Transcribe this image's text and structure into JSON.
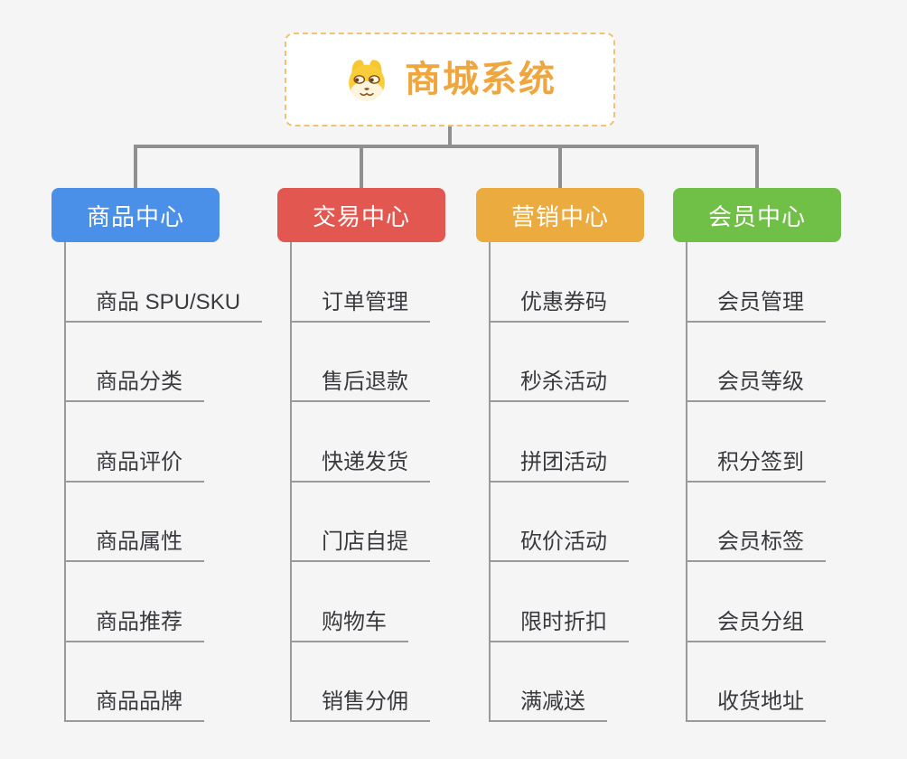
{
  "canvas": {
    "background": "#f5f5f6"
  },
  "connectors": {
    "trunk_color": "#8f8f8f",
    "branch_line_color": "#9a9a9a"
  },
  "root": {
    "title": "商城系统",
    "icon": "shiba-dog-icon",
    "text_color": "#f0a63e",
    "border_color": "#f2c172",
    "background": "#ffffff"
  },
  "leaf_text_color": "#3a3a3e",
  "branches": [
    {
      "label": "商品中心",
      "color": "#4a90e8",
      "children": [
        "商品 SPU/SKU",
        "商品分类",
        "商品评价",
        "商品属性",
        "商品推荐",
        "商品品牌"
      ]
    },
    {
      "label": "交易中心",
      "color": "#e25750",
      "children": [
        "订单管理",
        "售后退款",
        "快递发货",
        "门店自提",
        "购物车",
        "销售分佣"
      ]
    },
    {
      "label": "营销中心",
      "color": "#ebab3e",
      "children": [
        "优惠券码",
        "秒杀活动",
        "拼团活动",
        "砍价活动",
        "限时折扣",
        "满减送"
      ]
    },
    {
      "label": "会员中心",
      "color": "#70bf46",
      "children": [
        "会员管理",
        "会员等级",
        "积分签到",
        "会员标签",
        "会员分组",
        "收货地址"
      ]
    }
  ]
}
